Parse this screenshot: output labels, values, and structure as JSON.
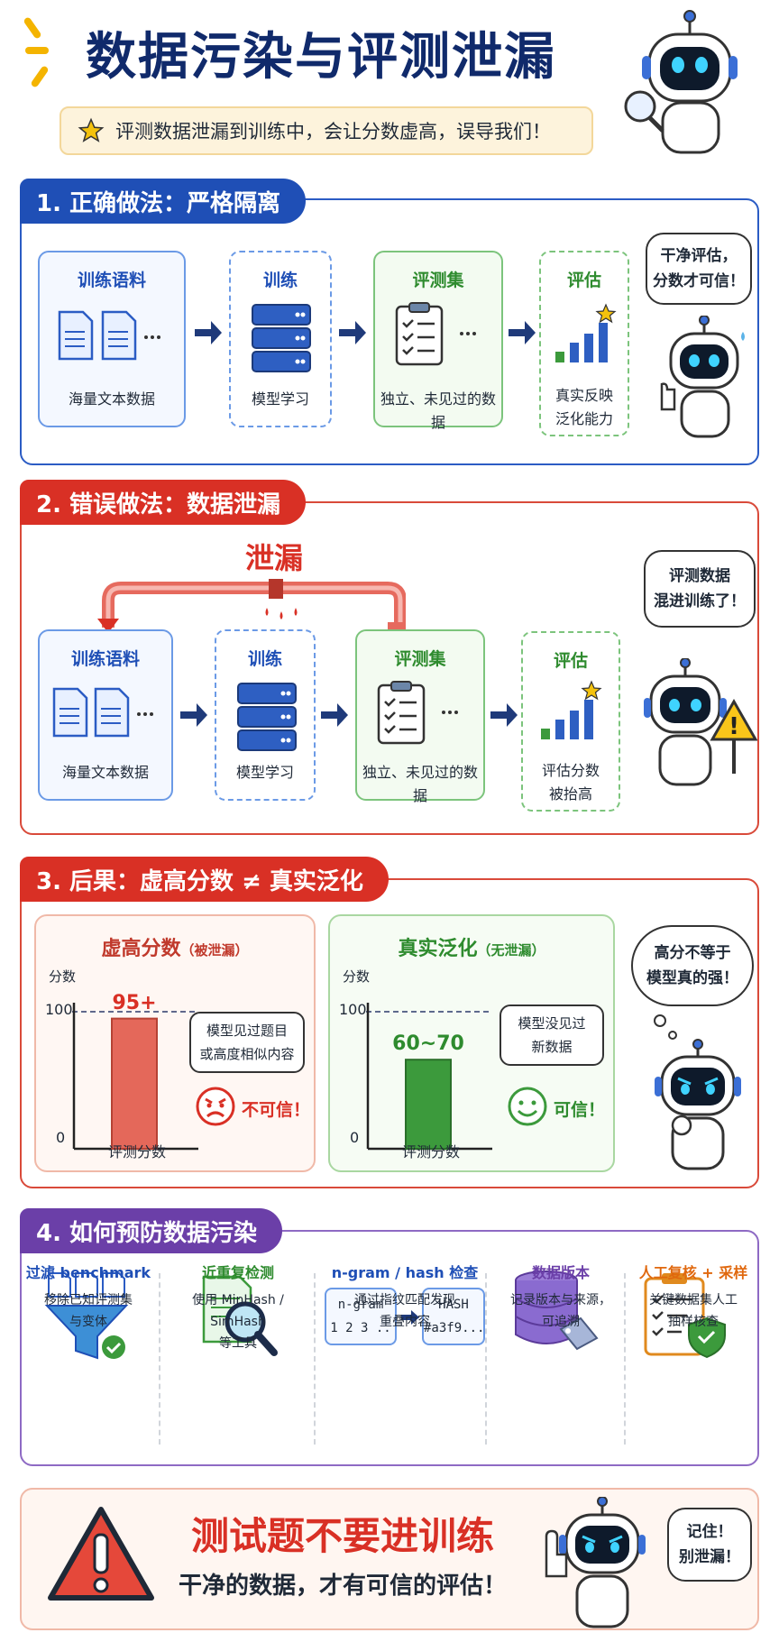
{
  "title": "数据污染与评测泄漏",
  "subtitle": "评测数据泄漏到训练中，会让分数虚高，误导我们！",
  "colors": {
    "blue": "#1f4fb6",
    "red": "#d93025",
    "purple": "#6b3fa8",
    "green": "#3c9a3c",
    "gold": "#f4b400"
  },
  "section1": {
    "header": "1. 正确做法：严格隔离",
    "box1": {
      "title": "训练语料",
      "sub": "海量文本数据"
    },
    "box2": {
      "title": "训练",
      "sub": "模型学习"
    },
    "box3": {
      "title": "评测集",
      "sub": "独立、未见过的数据"
    },
    "box4": {
      "title": "评估",
      "sub1": "真实反映",
      "sub2": "泛化能力"
    },
    "bubble1": "干净评估，",
    "bubble2": "分数才可信！"
  },
  "section2": {
    "header": "2. 错误做法：数据泄漏",
    "leak_label": "泄漏",
    "box1": {
      "title": "训练语料",
      "sub": "海量文本数据"
    },
    "box2": {
      "title": "训练",
      "sub": "模型学习"
    },
    "box3": {
      "title": "评测集",
      "sub": "独立、未见过的数据"
    },
    "box4": {
      "title": "评估",
      "sub1": "评估分数",
      "sub2": "被抬高"
    },
    "bubble1": "评测数据",
    "bubble2": "混进训练了！"
  },
  "section3": {
    "header": "3. 后果：虚高分数 ≠ 真实泛化",
    "left": {
      "title": "虚高分数",
      "title_note": "（被泄漏）",
      "axis_label": "分数",
      "tick_top": "100",
      "tick_zero": "0",
      "xlabel": "评测分数",
      "value_label": "95+",
      "note1": "模型见过题目",
      "note2": "或高度相似内容",
      "verdict": "不可信！"
    },
    "right": {
      "title": "真实泛化",
      "title_note": "（无泄漏）",
      "axis_label": "分数",
      "tick_top": "100",
      "tick_zero": "0",
      "xlabel": "评测分数",
      "value_label": "60~70",
      "note1": "模型没见过",
      "note2": "新数据",
      "verdict": "可信！"
    },
    "bubble1": "高分不等于",
    "bubble2": "模型真的强！"
  },
  "chart_data": [
    {
      "type": "bar",
      "categories": [
        "评测分数"
      ],
      "values": [
        95
      ],
      "ylim": [
        0,
        100
      ],
      "ylabel": "分数",
      "xlabel": "评测分数",
      "title": "虚高分数（被泄漏）"
    },
    {
      "type": "bar",
      "categories": [
        "评测分数"
      ],
      "values": [
        65
      ],
      "ylim": [
        0,
        100
      ],
      "ylabel": "分数",
      "xlabel": "评测分数",
      "title": "真实泛化（无泄漏）"
    }
  ],
  "section4": {
    "header": "4. 如何预防数据污染",
    "items": [
      {
        "title": "过滤 benchmark",
        "d1": "移除已知评测集",
        "d2": "与变体"
      },
      {
        "title": "近重复检测",
        "d1": "使用 MinHash / SimHash",
        "d2": "等工具"
      },
      {
        "title": "n-gram / hash 检查",
        "d1": "通过指纹匹配发现",
        "d2": "重叠内容",
        "ngram": "n-gram",
        "ngram_nums": "1 2 3 ..",
        "hash": "HASH",
        "hash_val": "#a3f9..."
      },
      {
        "title": "数据版本",
        "d1": "记录版本与来源，",
        "d2": "可追溯"
      },
      {
        "title": "人工复核 + 采样",
        "d1": "关键数据集人工",
        "d2": "抽样核查"
      }
    ]
  },
  "footer": {
    "headline": "测试题不要进训练",
    "tagline": "干净的数据，才有可信的评估！",
    "bubble1": "记住！",
    "bubble2": "别泄漏！"
  }
}
